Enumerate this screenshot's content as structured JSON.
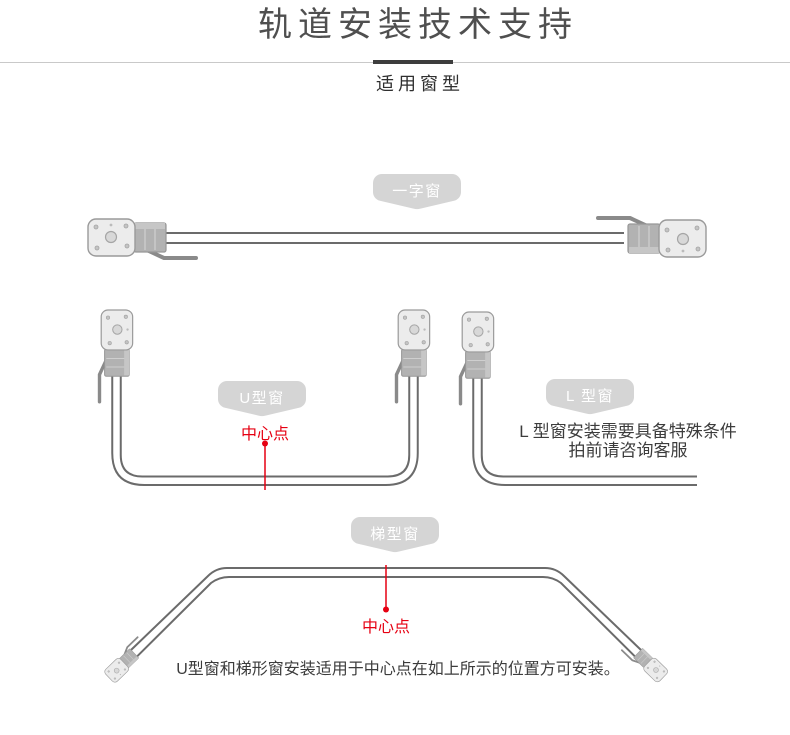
{
  "header": {
    "title": "轨道安装技术支持",
    "section_label": "适用窗型"
  },
  "diagrams": {
    "straight": {
      "badge": "一字窗"
    },
    "u_shape": {
      "badge": "U型窗",
      "center_point_label": "中心点"
    },
    "l_shape": {
      "badge": "L 型窗",
      "note_line1": "L 型窗安装需要具备特殊条件",
      "note_line2": "拍前请咨询客服"
    },
    "trapezoid": {
      "badge": "梯型窗",
      "center_point_label": "中心点"
    }
  },
  "footer": {
    "install_note": "U型窗和梯形窗安装适用于中心点在如上所示的位置方可安装。"
  },
  "colors": {
    "accent_red": "#e60012",
    "badge_bg": "#d5d5d5",
    "badge_text": "#ffffff",
    "track_gray": "#6b6b6b",
    "bracket_gray": "#8a8a8a",
    "divider_accent": "#3d3d3d"
  }
}
